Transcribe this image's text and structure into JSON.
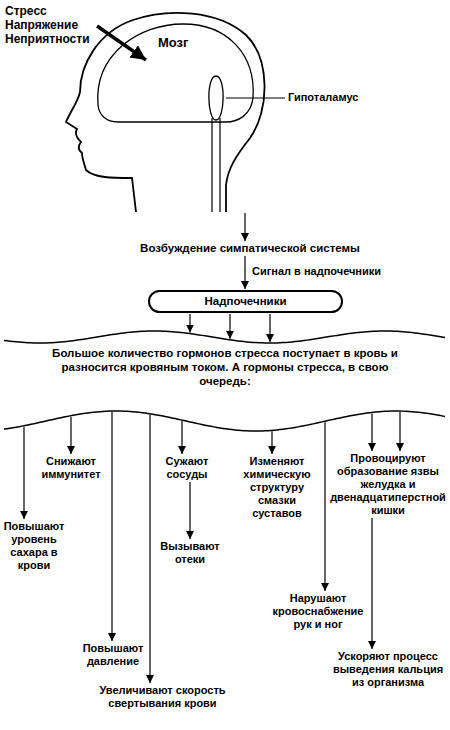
{
  "diagram": {
    "nodes": [
      {
        "text": [
          "Стресс Напряжение Неприятности"
        ]
      },
      {
        "text": [
          "Мозг"
        ]
      },
      {
        "text": [
          "Возбуждение симпатической системы"
        ]
      },
      {
        "text": [
          "Надпочечники"
        ]
      },
      {
        "text": [
          "Большое количество гормонов стресса поступает в кровь и разносится кровяным током. А гормоны стресса, в свою очередь:"
        ]
      },
      {
        "text": [
          "Снижают иммунитет"
        ]
      },
      {
        "text": [
          "Сужают сосуды"
        ]
      },
      {
        "text": [
          "Изменяют химическую структуру смазки суставов"
        ]
      },
      {
        "text": [
          "Провоцируют образование язвы желудка и двенадцатиперстной кишки"
        ]
      },
      {
        "text": [
          "Повышают уровень сахара в крови"
        ]
      },
      {
        "text": [
          "Вызывают отеки"
        ]
      },
      {
        "text": [
          "Нарушают кровоснабжение рук и ног"
        ]
      },
      {
        "text": [
          "Повышают давление"
        ]
      },
      {
        "text": [
          "Ускоряют процесс выведения кальция из организма"
        ]
      },
      {
        "text": [
          "Увеличивают скорость свертывания крови"
        ]
      }
    ],
    "edges": [
      {
        "from": 0,
        "to": 1,
        "arrow": "to"
      },
      {
        "from": 1,
        "to": 2,
        "arrow": "to"
      },
      {
        "from": 2,
        "to": 3,
        "label": "Сигнал в надпочечники",
        "arrow": "to"
      },
      {
        "from": 3,
        "to": 4,
        "arrow": "to"
      },
      {
        "from": 3,
        "to": 4,
        "arrow": "to"
      },
      {
        "from": 3,
        "to": 4,
        "arrow": "to"
      },
      {
        "from": 4,
        "to": 5,
        "arrow": "to"
      },
      {
        "from": 4,
        "to": 6,
        "arrow": "to"
      },
      {
        "from": 4,
        "to": 7,
        "arrow": "to"
      },
      {
        "from": 4,
        "to": 8,
        "arrow": "to"
      },
      {
        "from": 4,
        "to": 8,
        "arrow": "to"
      },
      {
        "from": 4,
        "to": 9,
        "arrow": "to"
      },
      {
        "from": 6,
        "to": 10,
        "arrow": "to"
      },
      {
        "from": 4,
        "to": 11,
        "arrow": "to"
      },
      {
        "from": 4,
        "to": 12,
        "arrow": "to"
      },
      {
        "from": 8,
        "to": 13,
        "arrow": "to"
      },
      {
        "from": 4,
        "to": 14,
        "arrow": "to"
      }
    ],
    "labels": [
      "Гипоталамус"
    ]
  }
}
